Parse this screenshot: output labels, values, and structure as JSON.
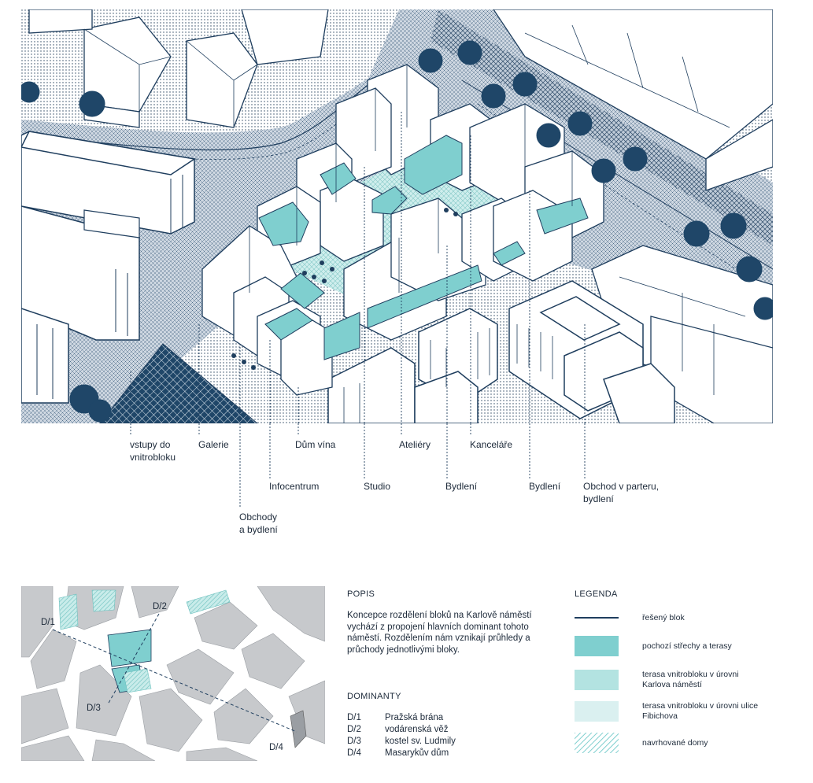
{
  "callouts": [
    {
      "id": "vstupy",
      "text": "vstupy do\nvnitrobloku"
    },
    {
      "id": "galerie",
      "text": "Galerie"
    },
    {
      "id": "dum-vina",
      "text": "Dům vína"
    },
    {
      "id": "ateliery",
      "text": "Ateliéry"
    },
    {
      "id": "kancelare",
      "text": "Kanceláře"
    },
    {
      "id": "infocentrum",
      "text": "Infocentrum"
    },
    {
      "id": "studio",
      "text": "Studio"
    },
    {
      "id": "bydleni-1",
      "text": "Bydlení"
    },
    {
      "id": "bydleni-2",
      "text": "Bydlení"
    },
    {
      "id": "obchod-parter",
      "text": "Obchod v parteru,\nbydlení"
    },
    {
      "id": "obchody-bydleni",
      "text": "Obchody\na bydlení"
    }
  ],
  "map_labels": [
    "D/1",
    "D/2",
    "D/3",
    "D/4"
  ],
  "popis": {
    "heading": "POPIS",
    "text": "Koncepce rozdělení bloků na Karlově náměstí vychází z propojení hlavních dominant tohoto náměstí. Rozdělením nám vznikají průhledy a průchody jednotlivými bloky."
  },
  "dominanty": {
    "heading": "DOMINANTY",
    "items": [
      {
        "code": "D/1",
        "name": "Pražská brána"
      },
      {
        "code": "D/2",
        "name": "vodárenská věž"
      },
      {
        "code": "D/3",
        "name": "kostel sv. Ludmily"
      },
      {
        "code": "D/4",
        "name": "Masarykův dům"
      }
    ]
  },
  "legenda": {
    "heading": "LEGENDA",
    "items": [
      {
        "label": "řešený blok",
        "swatch": "line",
        "color": "#1f3e5e"
      },
      {
        "label": "pochozí střechy a terasy",
        "swatch": "fill",
        "color": "#7fcfcf"
      },
      {
        "label": "terasa vnitrobloku v úrovni\nKarlova náměstí",
        "swatch": "fill",
        "color": "#b3e3e1"
      },
      {
        "label": "terasa vnitrobloku v úrovni ulice\nFibichova",
        "swatch": "fill",
        "color": "#daf0f0"
      },
      {
        "label": "navrhované domy",
        "swatch": "hatch",
        "color": "#7fcfcf"
      }
    ]
  }
}
